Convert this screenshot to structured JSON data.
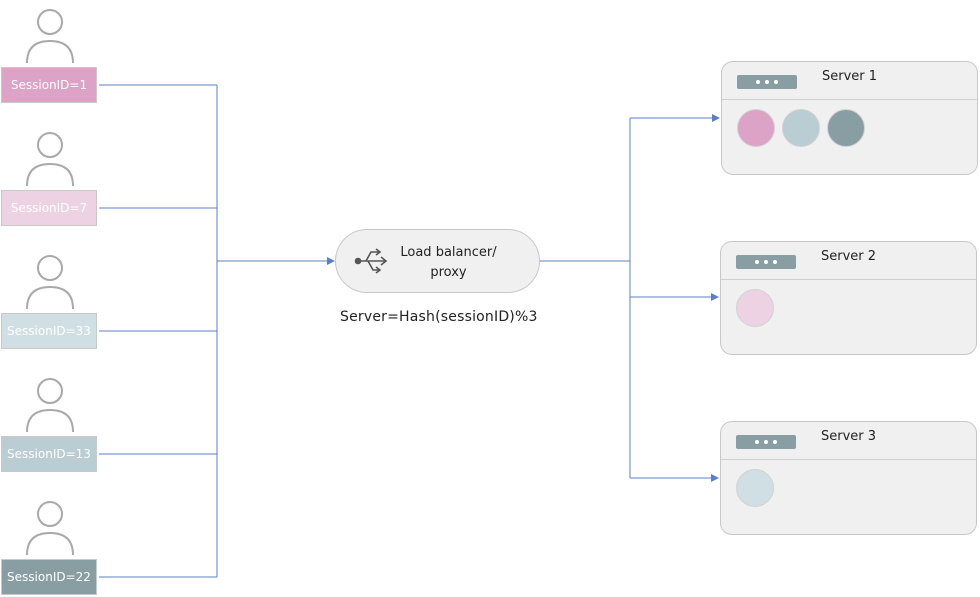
{
  "users": [
    {
      "session": "SessionID=1",
      "color": "#dca3c6"
    },
    {
      "session": "SessionID=7",
      "color": "#ecd2e2"
    },
    {
      "session": "SessionID=33",
      "color": "#cfdfe3"
    },
    {
      "session": "SessionID=13",
      "color": "#b9cdd2"
    },
    {
      "session": "SessionID=22",
      "color": "#889ea3"
    }
  ],
  "load_balancer": {
    "line1": "Load balancer/",
    "line2": "proxy"
  },
  "formula": "Server=Hash(sessionID)%3",
  "servers": [
    {
      "name": "Server  1",
      "sessions": [
        "#dca3c6",
        "#b9cdd2",
        "#889ea3"
      ]
    },
    {
      "name": "Server  2",
      "sessions": [
        "#ecd2e2"
      ]
    },
    {
      "name": "Server  3",
      "sessions": [
        "#cfdfe3"
      ]
    }
  ],
  "colors": {
    "connector": "#5b7fc7",
    "person_icon": "#a9a9a9"
  }
}
